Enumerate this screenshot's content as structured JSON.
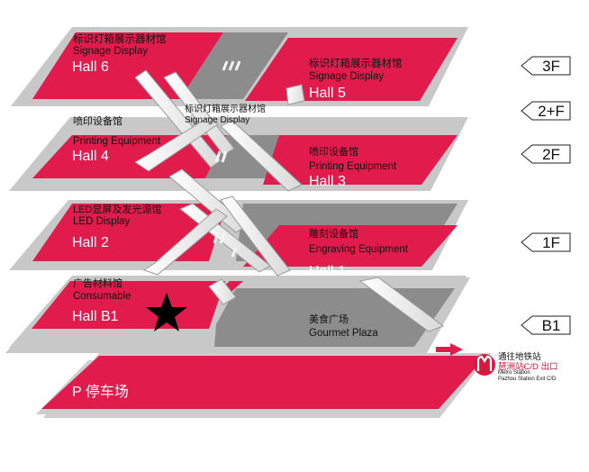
{
  "colors": {
    "floor_red": "#e21b4d",
    "floor_gray_edge": "#c8c8c8",
    "plaza_gray": "#8c8c8c",
    "escalator": "#ededed",
    "metro_red": "#d7193f"
  },
  "floors": {
    "f3": {
      "hall6": {
        "zh": "标识灯箱展示器材馆",
        "en": "Signage Display",
        "name": "Hall 6"
      },
      "hall5": {
        "zh": "标识灯箱展示器材馆",
        "en": "Signage Display",
        "name": "Hall 5"
      }
    },
    "f2plus": {
      "zh": "标识灯箱展示器材馆",
      "en": "Signage Display"
    },
    "f2": {
      "hall4": {
        "zh": "喷印设备馆",
        "en": "Printing Equipment",
        "name": "Hall 4"
      },
      "hall3": {
        "zh": "喷印设备馆",
        "en": "Printing Equipment",
        "name": "Hall 3"
      }
    },
    "f1": {
      "hall2": {
        "zh": "LED显屏及发光源馆",
        "en": "LED Display",
        "name": "Hall 2"
      },
      "hall1": {
        "zh": "雕刻设备馆",
        "en": "Engraving Equipment",
        "name": "Hall 1"
      }
    },
    "b1": {
      "hallb1": {
        "zh": "广告材料馆",
        "en": "Consumable",
        "name": "Hall B1"
      },
      "plaza": {
        "zh": "美食广场",
        "en": "Gourmet Plaza"
      }
    },
    "parking": {
      "label": "P 停车场"
    }
  },
  "floor_tags": [
    "3F",
    "2+F",
    "2F",
    "1F",
    "B1"
  ],
  "metro": {
    "zh_line1": "通往地铁站",
    "zh_line2": "琶洲站C/D 出口",
    "en_line1": "Metro Station",
    "en_line2": "Pazhou Station Exit C/D"
  }
}
